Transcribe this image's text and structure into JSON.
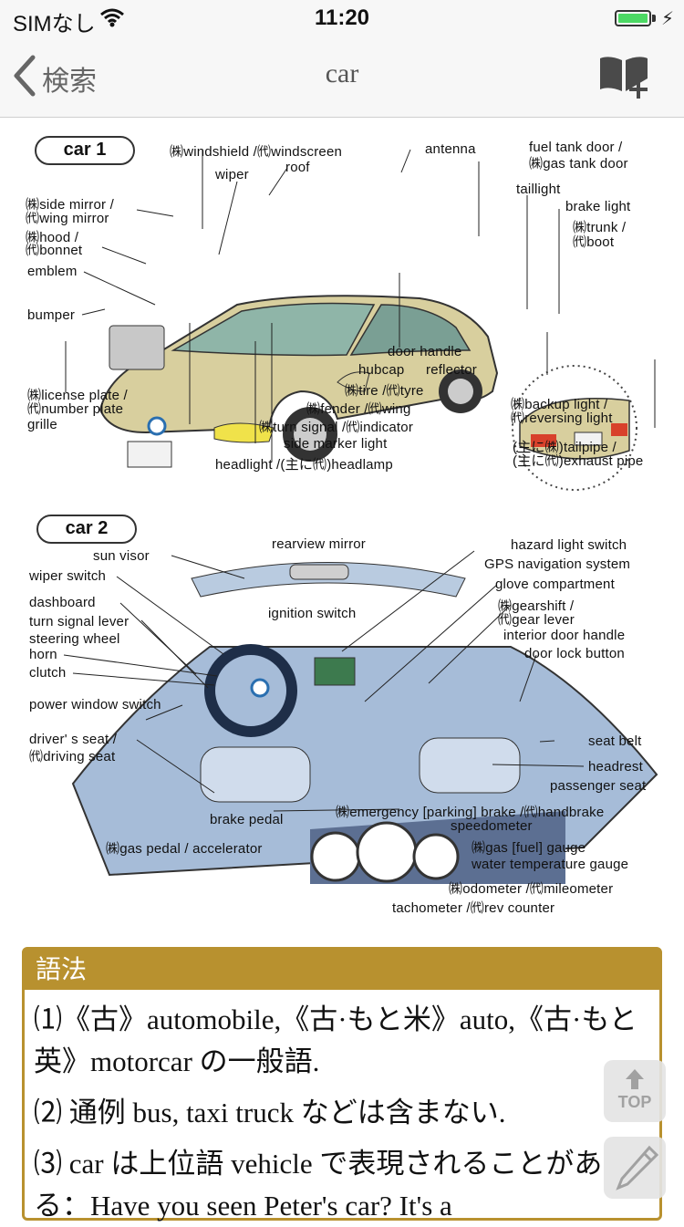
{
  "status_bar": {
    "carrier": "SIMなし",
    "time": "11:20"
  },
  "nav": {
    "back_label": "検索",
    "title": "car"
  },
  "figure": {
    "car1": {
      "section_label": "car 1",
      "labels": {
        "windshield": "㈱windshield /㈹windscreen",
        "antenna": "antenna",
        "fuel_tank_door_1": "fuel tank door /",
        "fuel_tank_door_2": "㈱gas tank door",
        "wiper": "wiper",
        "roof": "roof",
        "taillight": "taillight",
        "brake_light": "brake light",
        "side_mirror_1": "㈱side mirror /",
        "side_mirror_2": "㈹wing mirror",
        "hood_1": "㈱hood /",
        "hood_2": "㈹bonnet",
        "trunk_1": "㈱trunk /",
        "trunk_2": "㈹boot",
        "emblem": "emblem",
        "bumper": "bumper",
        "door_handle": "door handle",
        "hubcap": "hubcap",
        "reflector": "reflector",
        "license_plate_1": "㈱license plate /",
        "license_plate_2": "㈹number plate",
        "tire": "㈱tire /㈹tyre",
        "fender": "㈱fender /㈹wing",
        "backup_light_1": "㈱backup light /",
        "backup_light_2": "㈹reversing light",
        "grille": "grille",
        "turn_signal": "㈱turn signal /㈹indicator",
        "side_marker": "side marker light",
        "tailpipe_1": "(主に㈱)tailpipe /",
        "tailpipe_2": "(主に㈹)exhaust pipe",
        "headlight": "headlight /(主に㈹)headlamp"
      }
    },
    "car2": {
      "section_label": "car 2",
      "labels": {
        "rearview_mirror": "rearview mirror",
        "hazard_switch": "hazard light switch",
        "sun_visor": "sun visor",
        "gps": "GPS navigation system",
        "wiper_switch": "wiper switch",
        "glove_compartment": "glove compartment",
        "dashboard": "dashboard",
        "ignition_switch": "ignition switch",
        "gearshift_1": "㈱gearshift /",
        "gearshift_2": "㈹gear lever",
        "turn_signal_lever": "turn signal lever",
        "interior_door_handle": "interior door handle",
        "steering_wheel": "steering wheel",
        "door_lock_button": "door lock button",
        "horn": "horn",
        "clutch": "clutch",
        "power_window_switch": "power window switch",
        "seat_belt": "seat belt",
        "drivers_seat_1": "driver' s seat /",
        "drivers_seat_2": "㈹driving seat",
        "headrest": "headrest",
        "passenger_seat": "passenger seat",
        "brake_pedal": "brake pedal",
        "emergency_brake": "㈱emergency [parking] brake /㈹handbrake",
        "gas_pedal": "㈱gas pedal / accelerator",
        "speedometer": "speedometer",
        "gas_gauge": "㈱gas [fuel] gauge",
        "water_temp_gauge": "water temperature gauge",
        "odometer": "㈱odometer /㈹mileometer",
        "tachometer": "tachometer /㈹rev counter"
      }
    }
  },
  "usage": {
    "header": "語法",
    "items": [
      "⑴《古》automobile,《古·もと米》auto,《古·もと英》motorcar の一般語.",
      "⑵ 通例 bus, taxi truck などは含まない.",
      "⑶ car は上位語 vehicle で表現されることがある：Have you seen Peter's car? It's a"
    ]
  },
  "buttons": {
    "top_label": "TOP"
  },
  "colors": {
    "accent": "#b8912f",
    "battery": "#4cd964"
  }
}
